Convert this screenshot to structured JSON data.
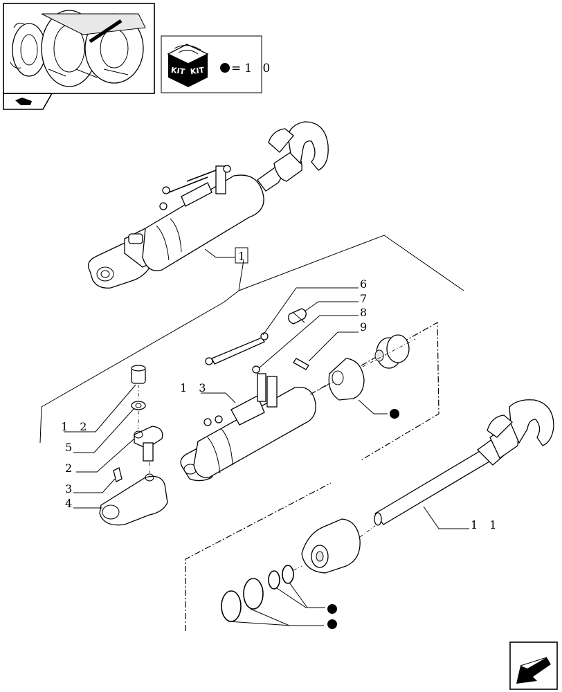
{
  "kit_box": {
    "kit_word_left": "KIT",
    "kit_word_right": "KIT",
    "equals_text": "=1 0"
  },
  "callouts": {
    "c1": "1",
    "c2": "2",
    "c3": "3",
    "c4": "4",
    "c5": "5",
    "c6": "6",
    "c7": "7",
    "c8": "8",
    "c9": "9",
    "c11": "1 1",
    "c12": "1 2",
    "c13": "1 3"
  },
  "icons": {
    "thumbnail": "tractor-rear-thumbnail-icon",
    "kit": "kit-box-icon",
    "kit_marker": "black-dot-kit-marker",
    "header_nav": "hand-book-icon",
    "next_page": "next-page-arrow-icon"
  }
}
